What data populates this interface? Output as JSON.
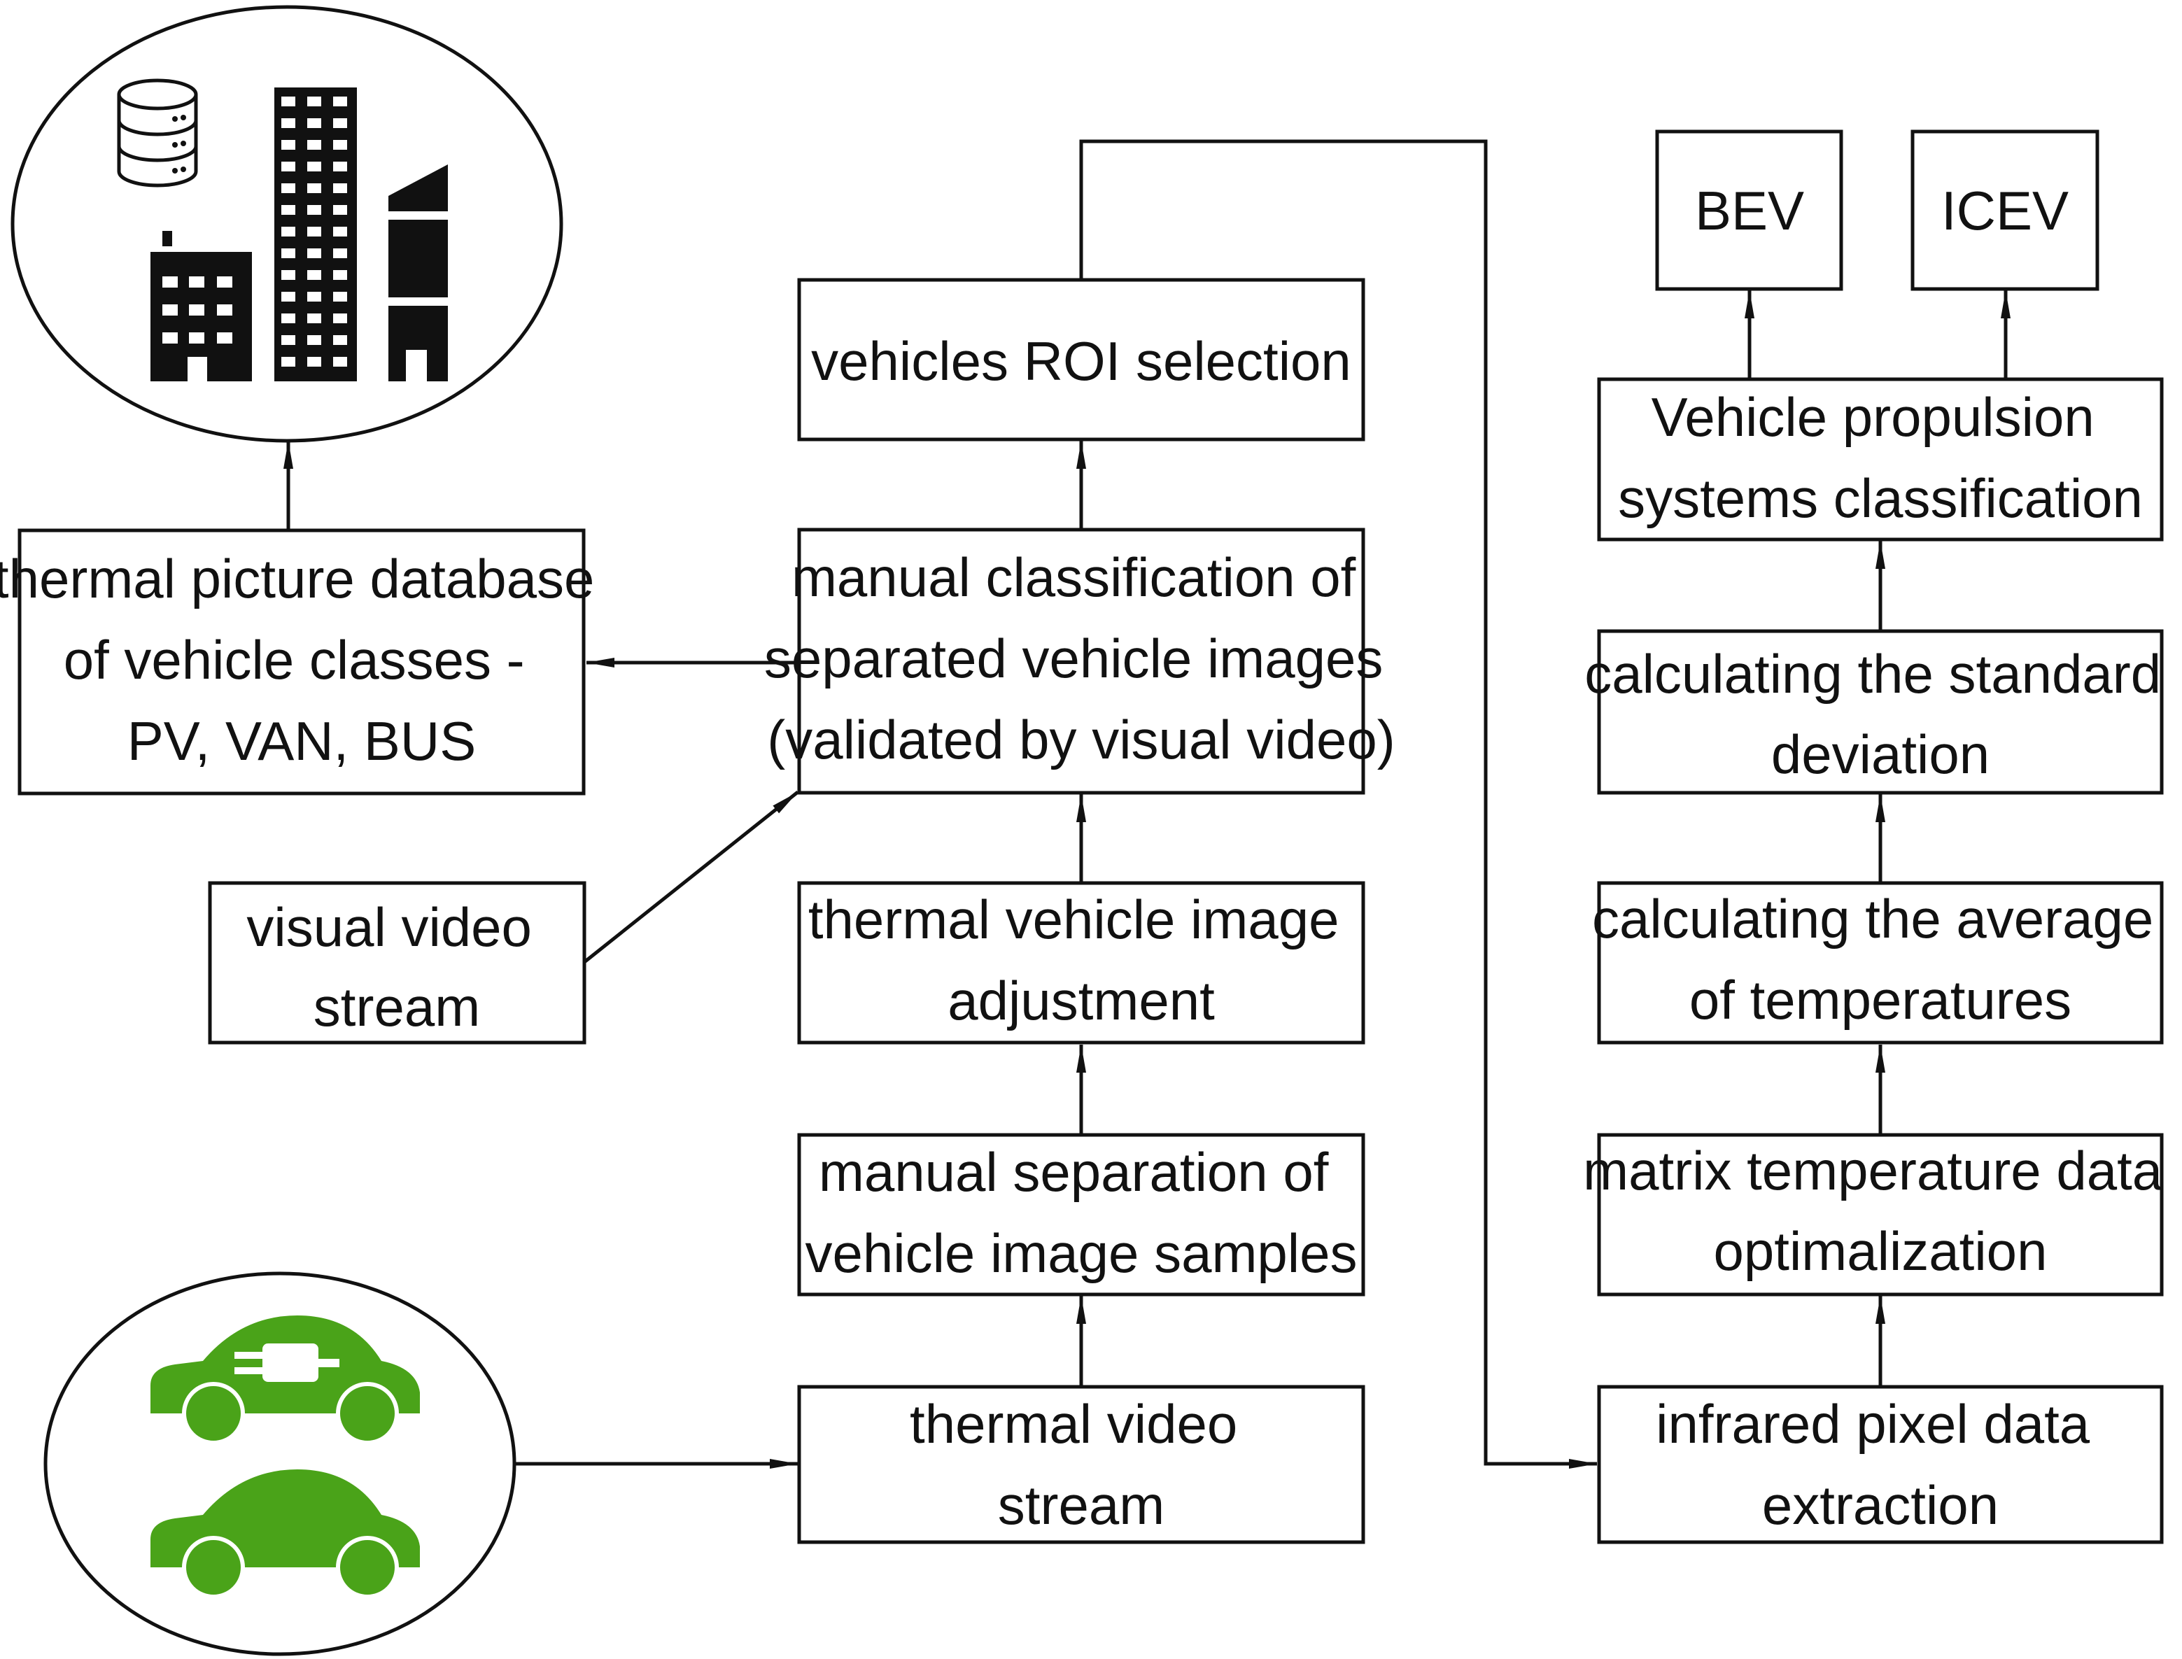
{
  "colors": {
    "ink": "#111111",
    "ev_green": "#4aa319",
    "background": "#ffffff"
  },
  "icons": {
    "city": [
      "database-icon",
      "office-building-icon",
      "skyscraper-icon",
      "tower-icon"
    ],
    "cars": [
      "electric-car-icon",
      "car-icon"
    ]
  },
  "nodes": {
    "thermal_picture_db": [
      "thermal picture database",
      "of vehicle classes -",
      "PV, VAN, BUS"
    ],
    "visual_video_stream": [
      "visual video",
      "stream"
    ],
    "vehicles_roi": [
      "vehicles ROI selection"
    ],
    "manual_classification": [
      "manual classification of",
      "separated vehicle images",
      "(validated by visual video)"
    ],
    "image_adjustment": [
      "thermal vehicle image",
      "adjustment"
    ],
    "manual_separation": [
      "manual separation of",
      "vehicle image samples"
    ],
    "thermal_video_stream": [
      "thermal video",
      "stream"
    ],
    "bev": [
      "BEV"
    ],
    "icev": [
      "ICEV"
    ],
    "propulsion_classification": [
      "Vehicle propulsion",
      "systems classification"
    ],
    "standard_deviation": [
      "calculating the standard",
      "deviation"
    ],
    "average_temperatures": [
      "calculating the average",
      "of temperatures"
    ],
    "matrix_optimalization": [
      "matrix temperature data",
      "optimalization"
    ],
    "infrared_extraction": [
      "infrared pixel data",
      "extraction"
    ]
  }
}
